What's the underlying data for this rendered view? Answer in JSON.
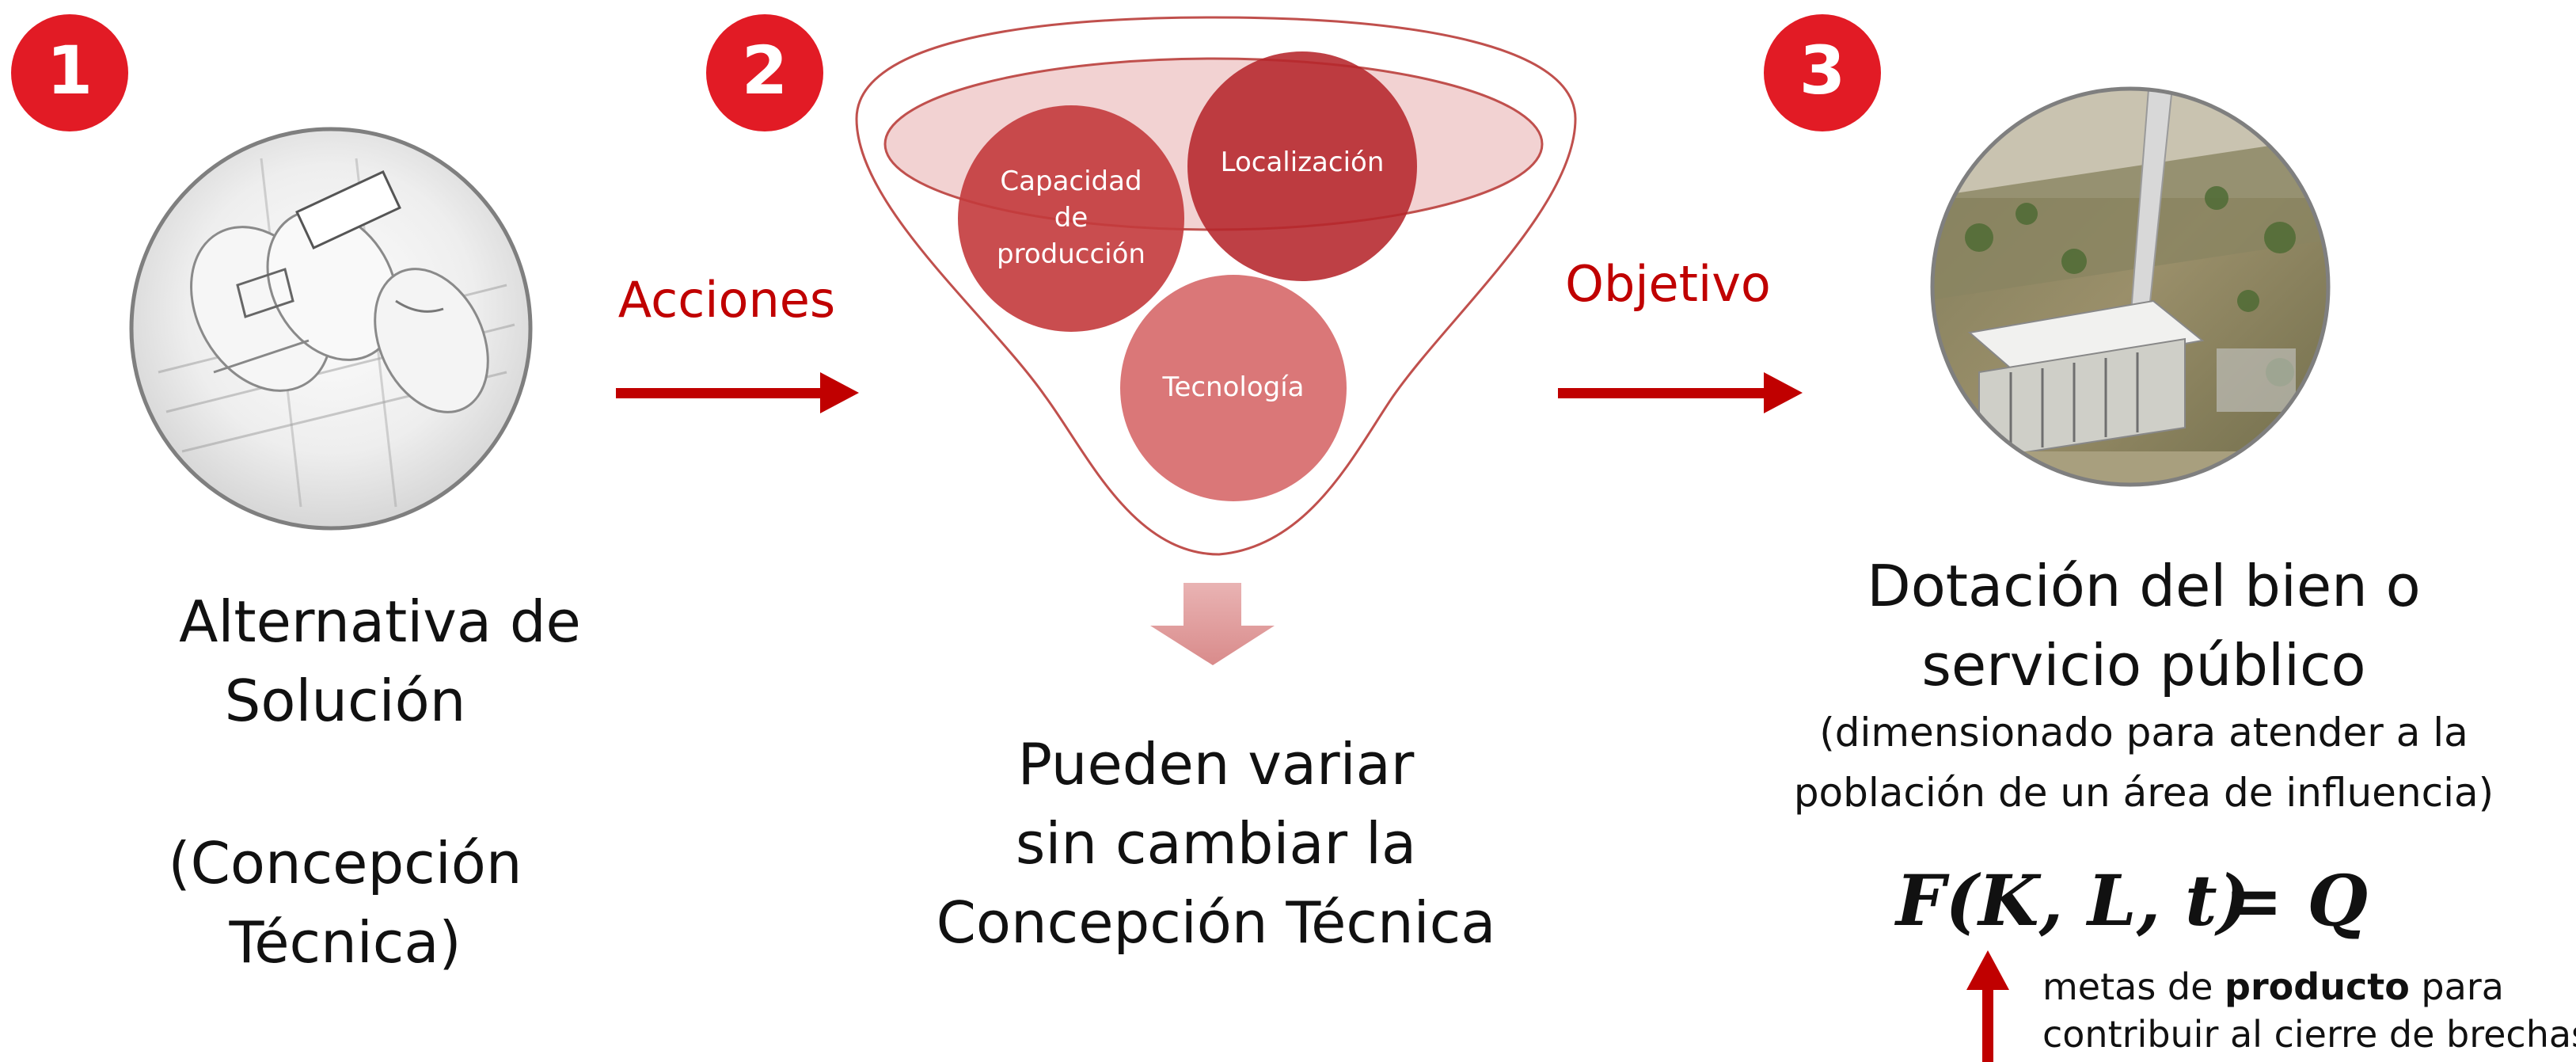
{
  "colors": {
    "badge_red": "#e21b25",
    "arrow_red": "#c00000",
    "action_text": "#c00000",
    "funnel_outline": "#c0504d",
    "circle_dark": "#b5252b",
    "circle_mid": "#c33a3c",
    "circle_light": "#d76b6d",
    "down_arrow": "#e6a2a2",
    "text": "#111111"
  },
  "step1": {
    "badge": "1",
    "icon": "blueprint-rolls-image",
    "title_line1": "Alternativa de",
    "title_line2": "Solución",
    "subtitle_line1": "(Concepción",
    "subtitle_line2": "Técnica)"
  },
  "arrow_actions": {
    "label": "Acciones",
    "icon": "right-arrow-icon"
  },
  "step2": {
    "badge": "2",
    "icon": "funnel-icon",
    "circles": {
      "capacity": [
        "Capacidad",
        "de",
        "producción"
      ],
      "location": "Localización",
      "technology": "Tecnología"
    },
    "down_arrow_icon": "down-arrow-icon",
    "result_line1": "Pueden variar",
    "result_line2": "sin cambiar la",
    "result_line3": "Concepción Técnica"
  },
  "arrow_objective": {
    "label": "Objetivo",
    "icon": "right-arrow-icon"
  },
  "step3": {
    "badge": "3",
    "icon": "pumping-station-photo",
    "title_line1": "Dotación del bien o",
    "title_line2": "servicio público",
    "note_line1": "(dimensionado para atender a la",
    "note_line2": "población de un área de influencia)",
    "formula_lhs": "F(K, L, t)",
    "formula_rhs": "= Q",
    "up_arrow_icon": "up-arrow-icon",
    "goal_prefix": "metas de ",
    "goal_bold": "producto",
    "goal_suffix": " para",
    "goal_line2": "contribuir al cierre de brechas"
  }
}
